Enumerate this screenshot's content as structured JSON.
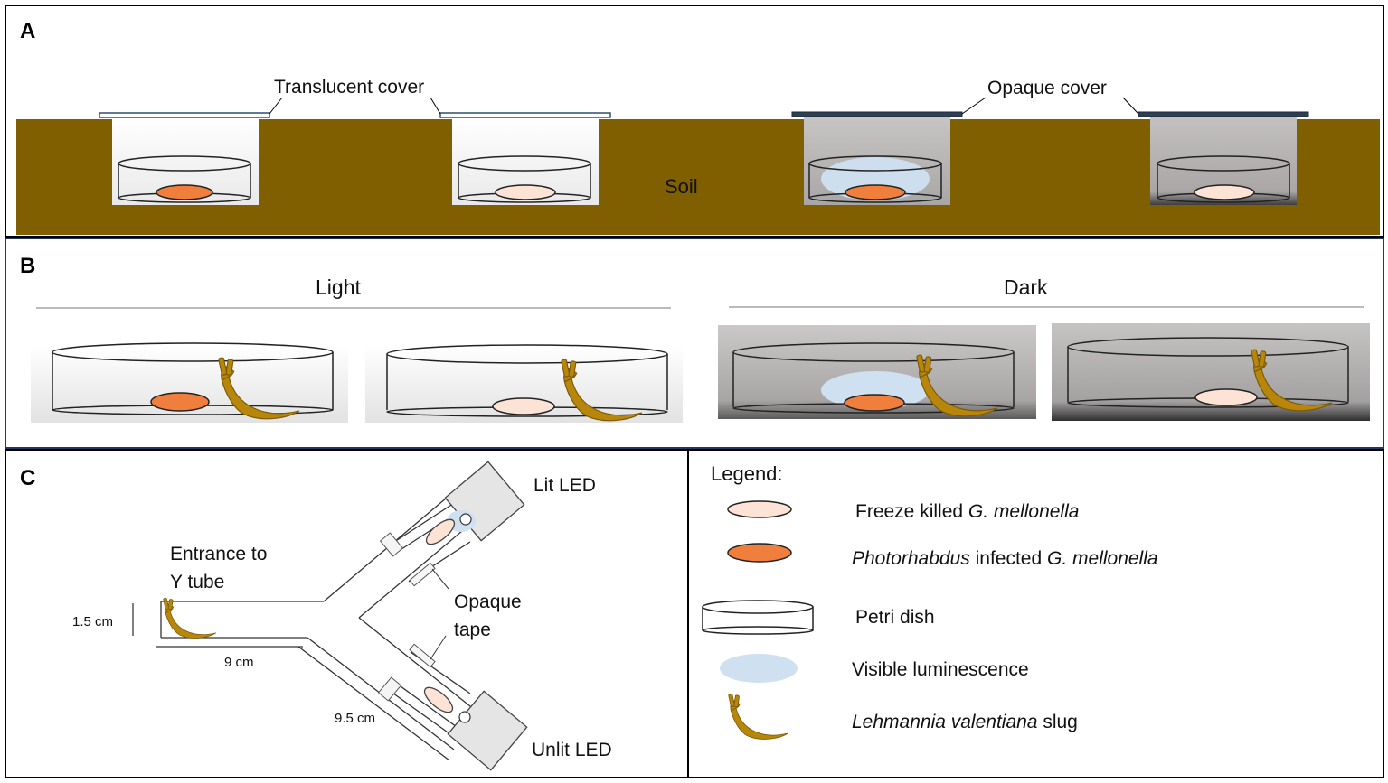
{
  "panels": {
    "a": "A",
    "b": "B",
    "c": "C"
  },
  "panel_a": {
    "translucent_cover": "Translucent cover",
    "opaque_cover": "Opaque cover",
    "soil": "Soil"
  },
  "panel_b": {
    "light": "Light",
    "dark": "Dark"
  },
  "panel_c": {
    "entrance_line1": "Entrance to",
    "entrance_line2": "Y tube",
    "lit_led": "Lit LED",
    "unlit_led": "Unlit LED",
    "opaque_tape_line1": "Opaque",
    "opaque_tape_line2": "tape",
    "dim_height": "1.5 cm",
    "dim_length": "9 cm",
    "dim_arm": "9.5 cm"
  },
  "legend": {
    "title": "Legend:",
    "freeze_killed_prefix": "Freeze killed ",
    "freeze_killed_species": "G. mellonella",
    "infected_genus": "Photorhabdus",
    "infected_middle": " infected ",
    "infected_species": "G. mellonella",
    "petri_dish": "Petri dish",
    "luminescence": "Visible luminescence",
    "slug_species": "Lehmannia valentiana",
    "slug_suffix": " slug"
  },
  "colors": {
    "soil": "#7f5f00",
    "infected_larva": "#f07e3c",
    "freeze_killed_larva": "#fde3d6",
    "luminescence": "#cfe0f1",
    "slug": "#b8860b",
    "frame": "#1f3864",
    "opaque_cover": "#2e3f55"
  }
}
